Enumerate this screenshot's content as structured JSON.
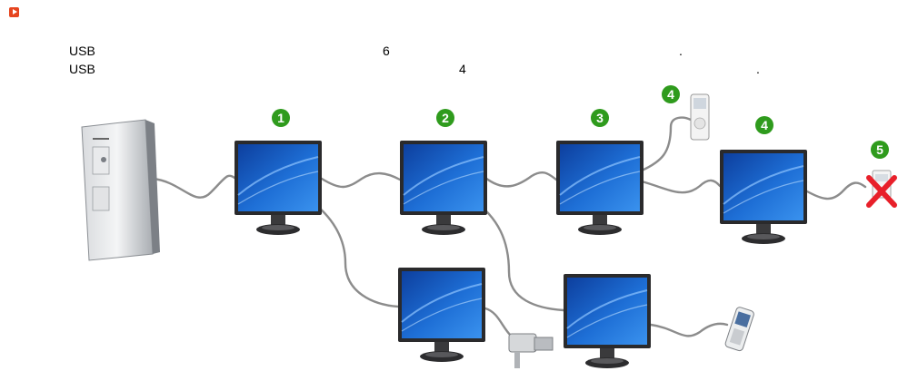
{
  "intro": {
    "line1": {
      "word": "USB",
      "number": "6",
      "end": "."
    },
    "line2": {
      "word": "USB",
      "number": "4",
      "end": "."
    }
  },
  "badges": [
    "1",
    "2",
    "3",
    "4",
    "4",
    "5"
  ],
  "colors": {
    "bullet": "#e6451f",
    "badge": "#2f9b1d",
    "cable": "#8c8c8c",
    "screen": "#1c5fc7",
    "cross": "#e8202a"
  },
  "icons": [
    "play-bullet-icon",
    "desktop-pc-icon",
    "monitor-icon",
    "mp3-player-icon",
    "camcorder-icon",
    "mobile-phone-icon",
    "not-allowed-cross-icon"
  ]
}
